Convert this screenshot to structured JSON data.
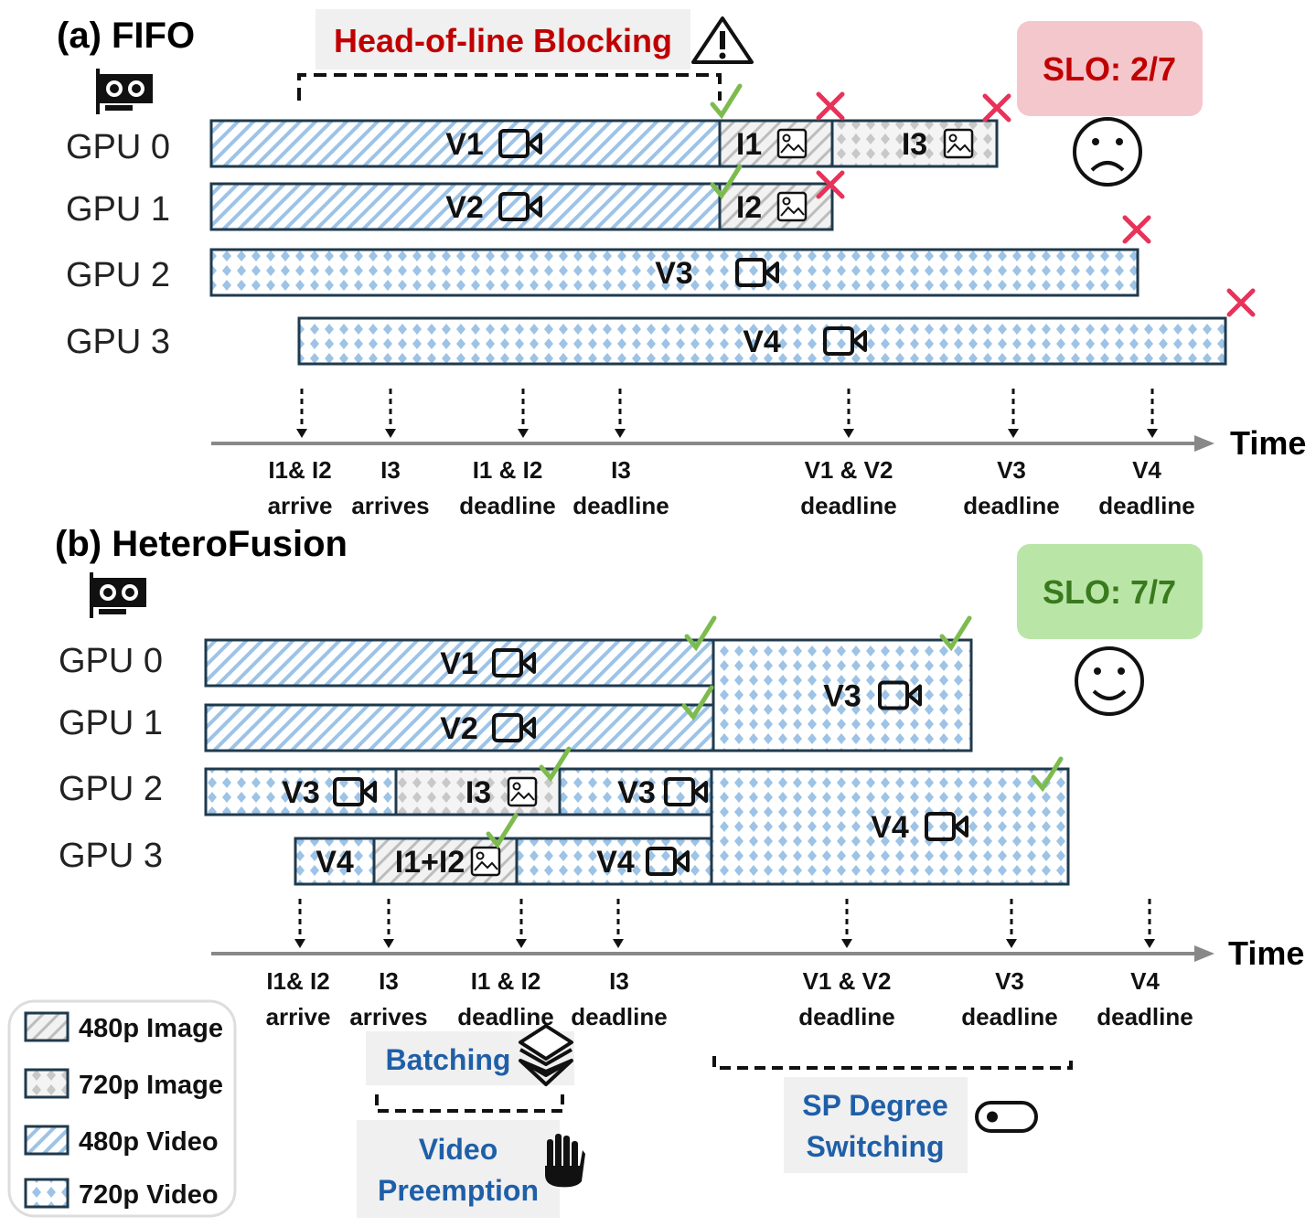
{
  "fifo": {
    "title": "(a) FIFO",
    "callout": "Head-of-line Blocking",
    "slo": "SLO: 2/7",
    "gpus": [
      "GPU 0",
      "GPU 1",
      "GPU 2",
      "GPU 3"
    ],
    "bars": [
      "V1",
      "I1",
      "I3",
      "V2",
      "I2",
      "V3",
      "V4"
    ]
  },
  "heterofusion": {
    "title": "(b) HeteroFusion",
    "slo": "SLO: 7/7",
    "gpus": [
      "GPU 0",
      "GPU 1",
      "GPU 2",
      "GPU 3"
    ],
    "bars": [
      "V1",
      "V2",
      "V3",
      "V3",
      "I3",
      "V3",
      "V4",
      "V4",
      "I1+I2",
      "V4"
    ],
    "annotations": {
      "batching": "Batching",
      "preemption_1": "Video",
      "preemption_2": "Preemption",
      "sp_1": "SP Degree",
      "sp_2": "Switching"
    }
  },
  "axis": {
    "label": "Time",
    "events": [
      [
        "I1& I2",
        "arrive"
      ],
      [
        "I3",
        "arrives"
      ],
      [
        "I1 & I2",
        "deadline"
      ],
      [
        "I3",
        "deadline"
      ],
      [
        "V1 & V2",
        "deadline"
      ],
      [
        "V3",
        "deadline"
      ],
      [
        "V4",
        "deadline"
      ]
    ]
  },
  "legend": [
    "480p Image",
    "720p Image",
    "480p Video",
    "720p Video"
  ],
  "colors": {
    "video_blue": "#9dc3e6",
    "image_gray": "#c8c8c8",
    "border": "#1f3a4d",
    "slo_bad_bg": "#f4c7cc",
    "slo_bad_text": "#c00000",
    "slo_good_bg": "#b9e6a6",
    "slo_good_text": "#3a7a1e",
    "annotation_blue": "#1f5fa8",
    "cross": "#e8325a",
    "check": "#7dbb4f"
  }
}
